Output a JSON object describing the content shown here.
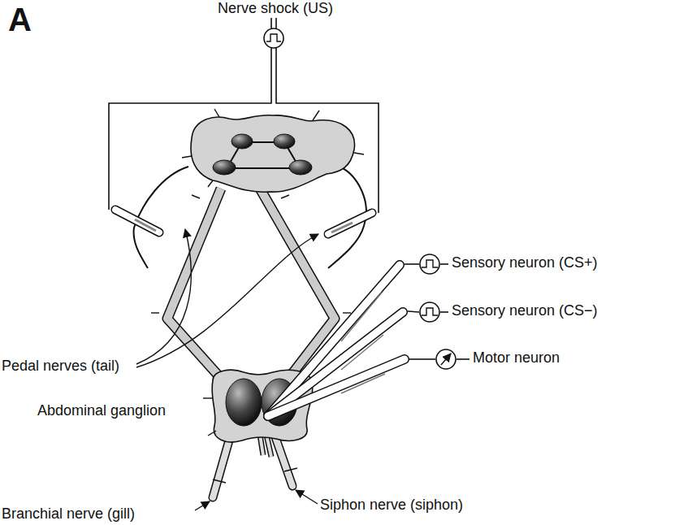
{
  "diagram": {
    "labels": [
      "A",
      "Nerve shock (US)",
      "Pedal nerves (tail)",
      "Abdominal ganglion",
      "Sensory neuron (CS+)",
      "Sensory neuron (CS−)",
      "Motor neuron",
      "Siphon nerve (siphon)",
      "Branchial nerve (gill)"
    ]
  }
}
